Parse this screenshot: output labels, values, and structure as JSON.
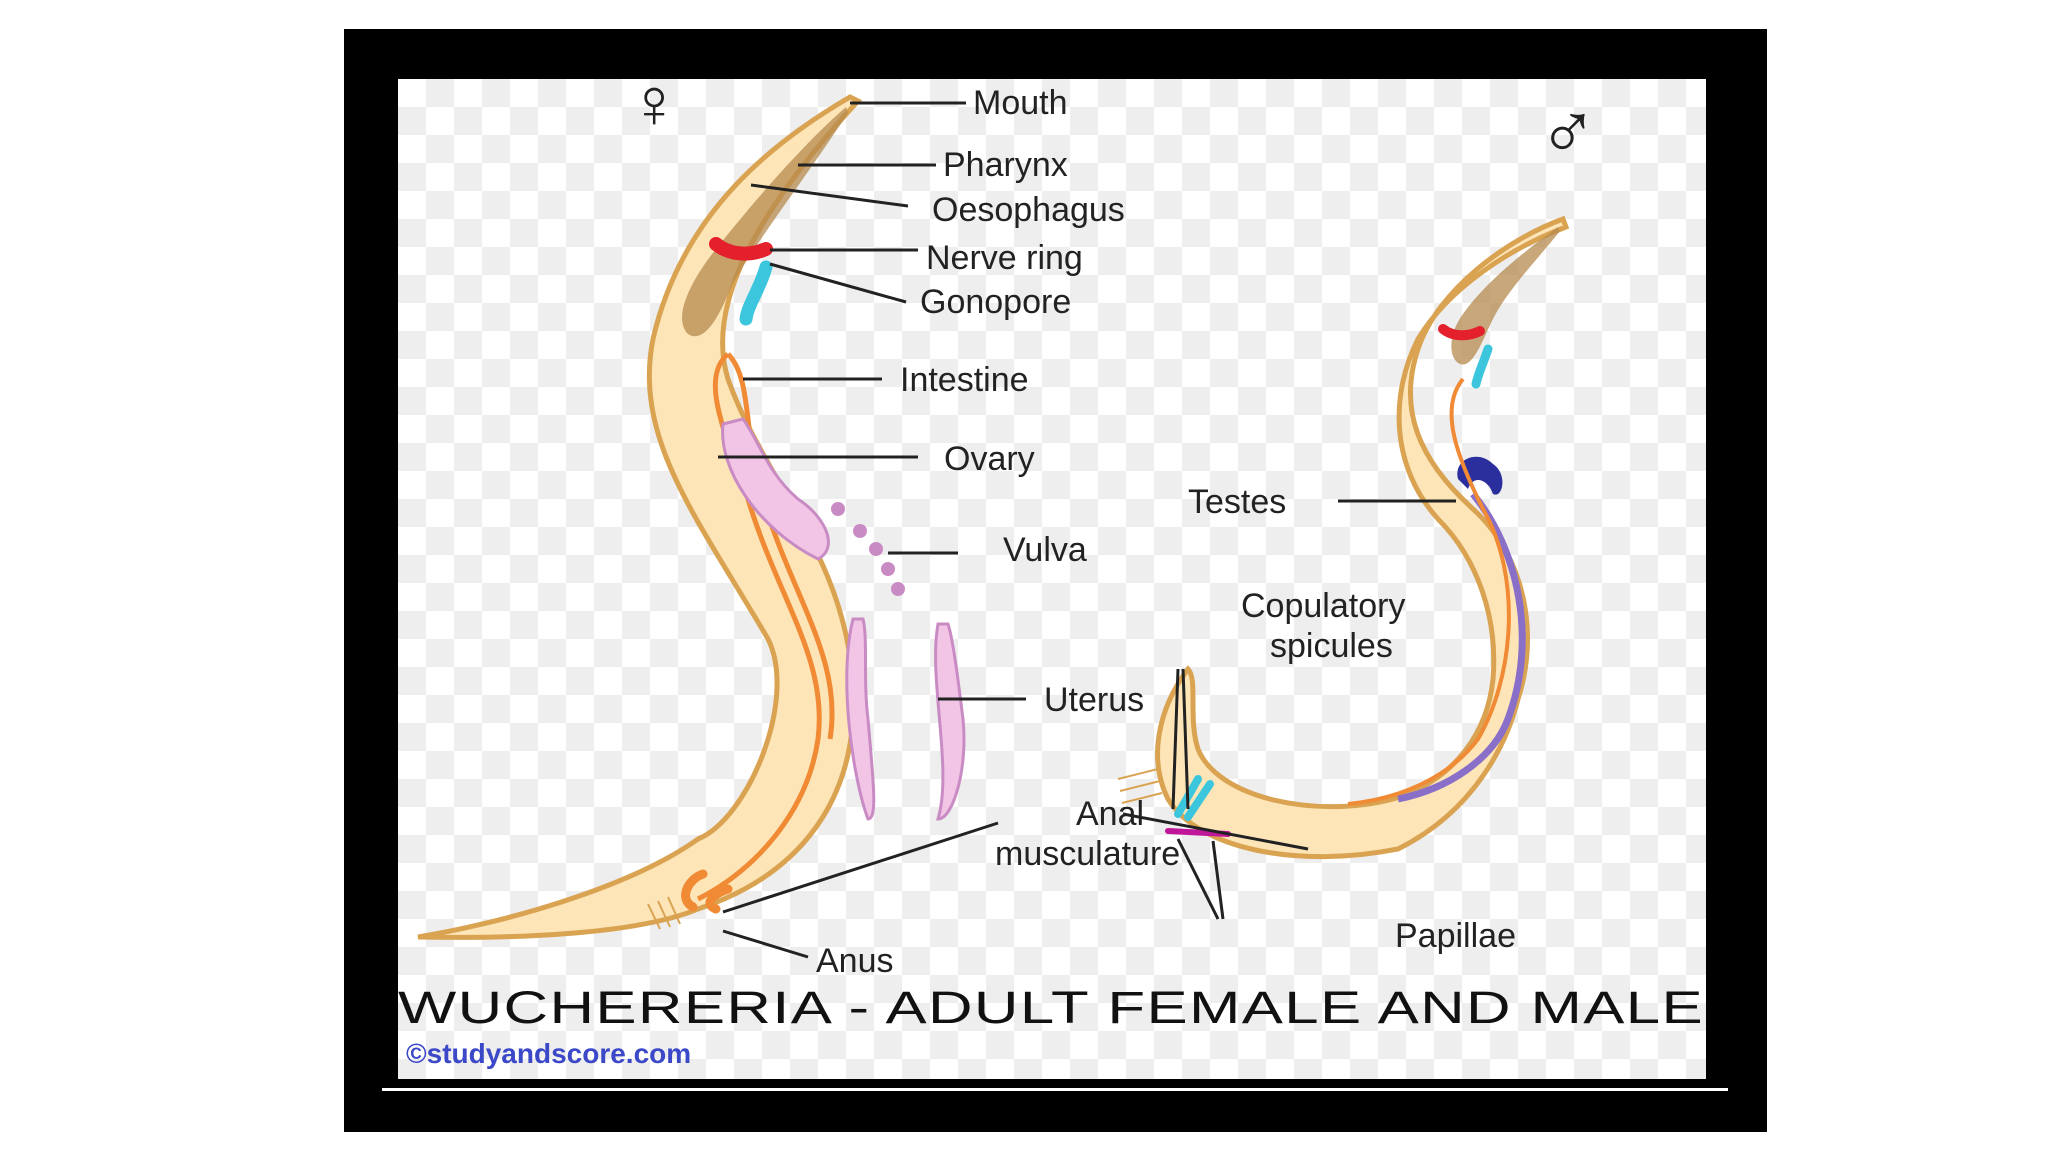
{
  "symbols": {
    "female": "♀",
    "male": "♂"
  },
  "labels": {
    "mouth": "Mouth",
    "pharynx": "Pharynx",
    "oesophagus": "Oesophagus",
    "nerve_ring": "Nerve ring",
    "gonopore": "Gonopore",
    "intestine": "Intestine",
    "ovary": "Ovary",
    "vulva": "Vulva",
    "uterus": "Uterus",
    "anal_musculature_line1": "Anal",
    "anal_musculature_line2": "musculature",
    "anus": "Anus",
    "testes": "Testes",
    "copulatory_line1": "Copulatory",
    "copulatory_line2": "spicules",
    "papillae": "Papillae"
  },
  "title": "WUCHERERIA - ADULT FEMALE AND MALE",
  "credit": "©studyandscore.com",
  "colors": {
    "body_fill": "#fde5b8",
    "body_outline": "#d9a352",
    "canal": "#f08a34",
    "nerve_ring": "#e3202b",
    "gonopore": "#3cc6dd",
    "ovary": "#f2c5e6",
    "ovary_outline": "#c98bc4",
    "testes": "#2b2f9e",
    "pharynx": "#b58a4e",
    "papillae": "#c0169a"
  }
}
